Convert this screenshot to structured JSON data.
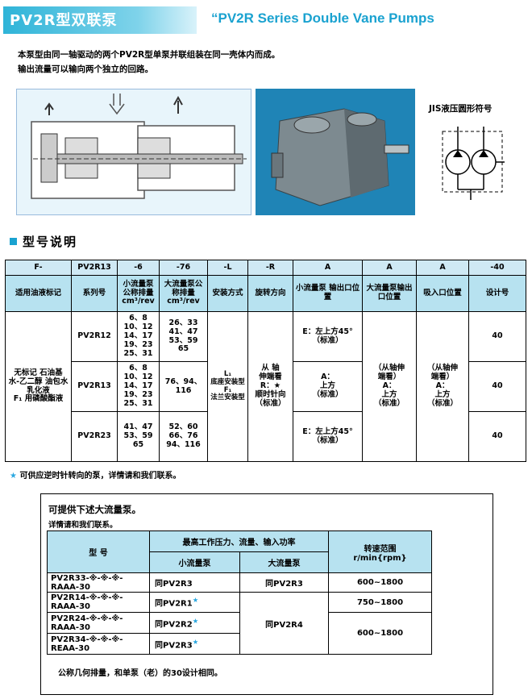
{
  "header": {
    "title_cn": "PV2R型双联泵",
    "title_en": "“PV2R Series Double Vane Pumps"
  },
  "intro": {
    "line1": "本泵型由同一轴驱动的两个PV2R型单泵并联组装在同一壳体内而成。",
    "line2": "输出流量可以输向两个独立的回路。"
  },
  "jis_label": "JIS液压圆形符号",
  "section_title": "型号说明",
  "model_table": {
    "codes": [
      "F-",
      "PV2R13",
      "-6",
      "-76",
      "-L",
      "-R",
      "A",
      "A",
      "A",
      "-40"
    ],
    "headers": [
      "适用油液标记",
      "系列号",
      "小流量泵公称排量 cm³/rev",
      "大流量泵公称排量 cm³/rev",
      "安装方式",
      "旋转方向",
      "小流量泵 输出口位置",
      "大流量泵输出口位置",
      "吸入口位置",
      "设计号"
    ],
    "oil": "无标记 石油基 水-乙二醇 油包水乳化液\nF₁ 用磷酸酯液",
    "rows": [
      {
        "series": "PV2R12",
        "small": "6、8\n10、12\n14、17\n19、23\n25、31",
        "large": "26、33\n41、47\n53、59\n65",
        "design": "40"
      },
      {
        "series": "PV2R13",
        "small": "6、8\n10、12\n14、17\n19、23\n25、31",
        "large": "76、94、\n116",
        "design": "40"
      },
      {
        "series": "PV2R23",
        "small": "41、47\n53、59\n65",
        "large": "52、60\n66、76\n94、116",
        "design": "40"
      }
    ],
    "mount": "L₁\n底座安装型\nF₁\n法兰安装型",
    "rotation": "从 轴\n伸端看\nR：★\n顺时针向\n（标准）",
    "small_out": [
      "E：左上方45°\n（标准）",
      "A：\n上方\n（标准）",
      "E：左上方45°\n（标准）"
    ],
    "large_out": "（从轴伸\n端看）\nA：\n上方\n（标准）",
    "suction": "（从轴伸\n端看）\nA：\n上方\n（标准）"
  },
  "star_note": "可供应逆时针转向的泵，详情请和我们联系。",
  "lower": {
    "title": "可提供下述大流量泵。",
    "subtitle": "详情请和我们联系。",
    "col_model": "型    号",
    "col_group": "最高工作压力、流量、输入功率",
    "col_small": "小流量泵",
    "col_large": "大流量泵",
    "col_speed": "转速范围\nr/min{rpm}",
    "rows": [
      {
        "model": "PV2R33-※-※-※-RAAA-30",
        "small": "同PV2R3",
        "large": "同PV2R3",
        "speed": "600~1800"
      },
      {
        "model": "PV2R14-※-※-※-RAAA-30",
        "small": "同PV2R1",
        "speed": "750~1800"
      },
      {
        "model": "PV2R24-※-※-※-RAAA-30",
        "small": "同PV2R2"
      },
      {
        "model": "PV2R34-※-※-※-REAA-30",
        "small": "同PV2R3"
      }
    ],
    "large_merged": "同PV2R4",
    "speed_merged": "600~1800",
    "footer": "公称几何排量，和单泵（老）的30设计相同。"
  }
}
